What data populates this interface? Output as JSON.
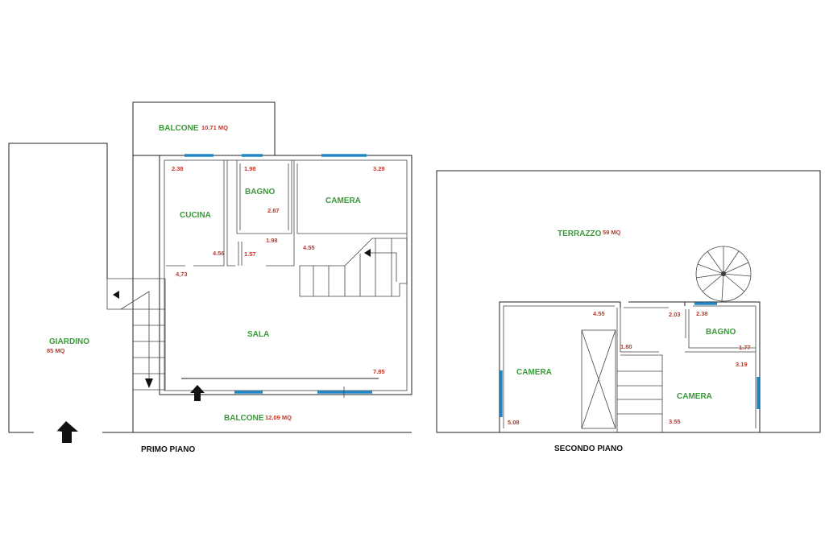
{
  "colors": {
    "room_label": "#3a9a3a",
    "dimension": "#c0392b",
    "window": "#1e88c8",
    "wall": "#222222"
  },
  "first_floor": {
    "title": "PRIMO PIANO",
    "balcony_top": {
      "label": "BALCONE",
      "area": "10.71 MQ"
    },
    "kitchen": {
      "label": "CUCINA"
    },
    "bathroom": {
      "label": "BAGNO"
    },
    "bedroom": {
      "label": "CAMERA"
    },
    "living": {
      "label": "SALA"
    },
    "garden": {
      "label": "GIARDINO",
      "area": "85 MQ"
    },
    "balcony_bottom": {
      "label": "BALCONE",
      "area": "12.09 MQ"
    },
    "dimensions": [
      "2.38",
      "1.98",
      "3.29",
      "2.87",
      "1.98",
      "4.56",
      "1.57",
      "4.55",
      "4,73",
      "7.85"
    ]
  },
  "second_floor": {
    "title": "SECONDO PIANO",
    "terrace": {
      "label": "TERRAZZO",
      "area": "59 MQ"
    },
    "bathroom": {
      "label": "BAGNO"
    },
    "bedroom_left": {
      "label": "CAMERA"
    },
    "bedroom_right": {
      "label": "CAMERA"
    },
    "dimensions": [
      "4.55",
      "2.03",
      "2.38",
      "1.80",
      "1.77",
      "3.19",
      "5.08",
      "3.55"
    ]
  },
  "icons": [
    "entrance-arrow-icon",
    "stair-direction-arrow-icon",
    "spiral-staircase-icon"
  ]
}
